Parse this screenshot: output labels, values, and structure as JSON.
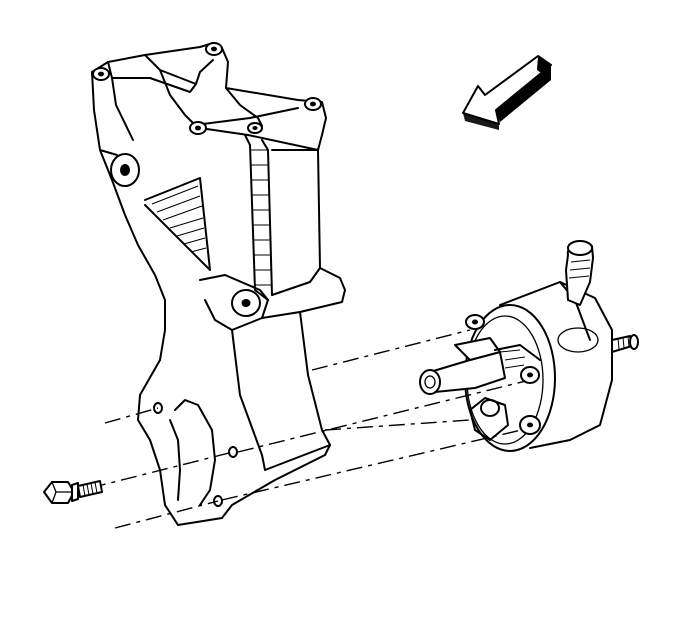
{
  "illustration": {
    "components": [
      "pump-bracket",
      "power-steering-pump",
      "mounting-bolt",
      "direction-arrow"
    ],
    "ink_color": "#000000",
    "background_color": "#ffffff"
  }
}
